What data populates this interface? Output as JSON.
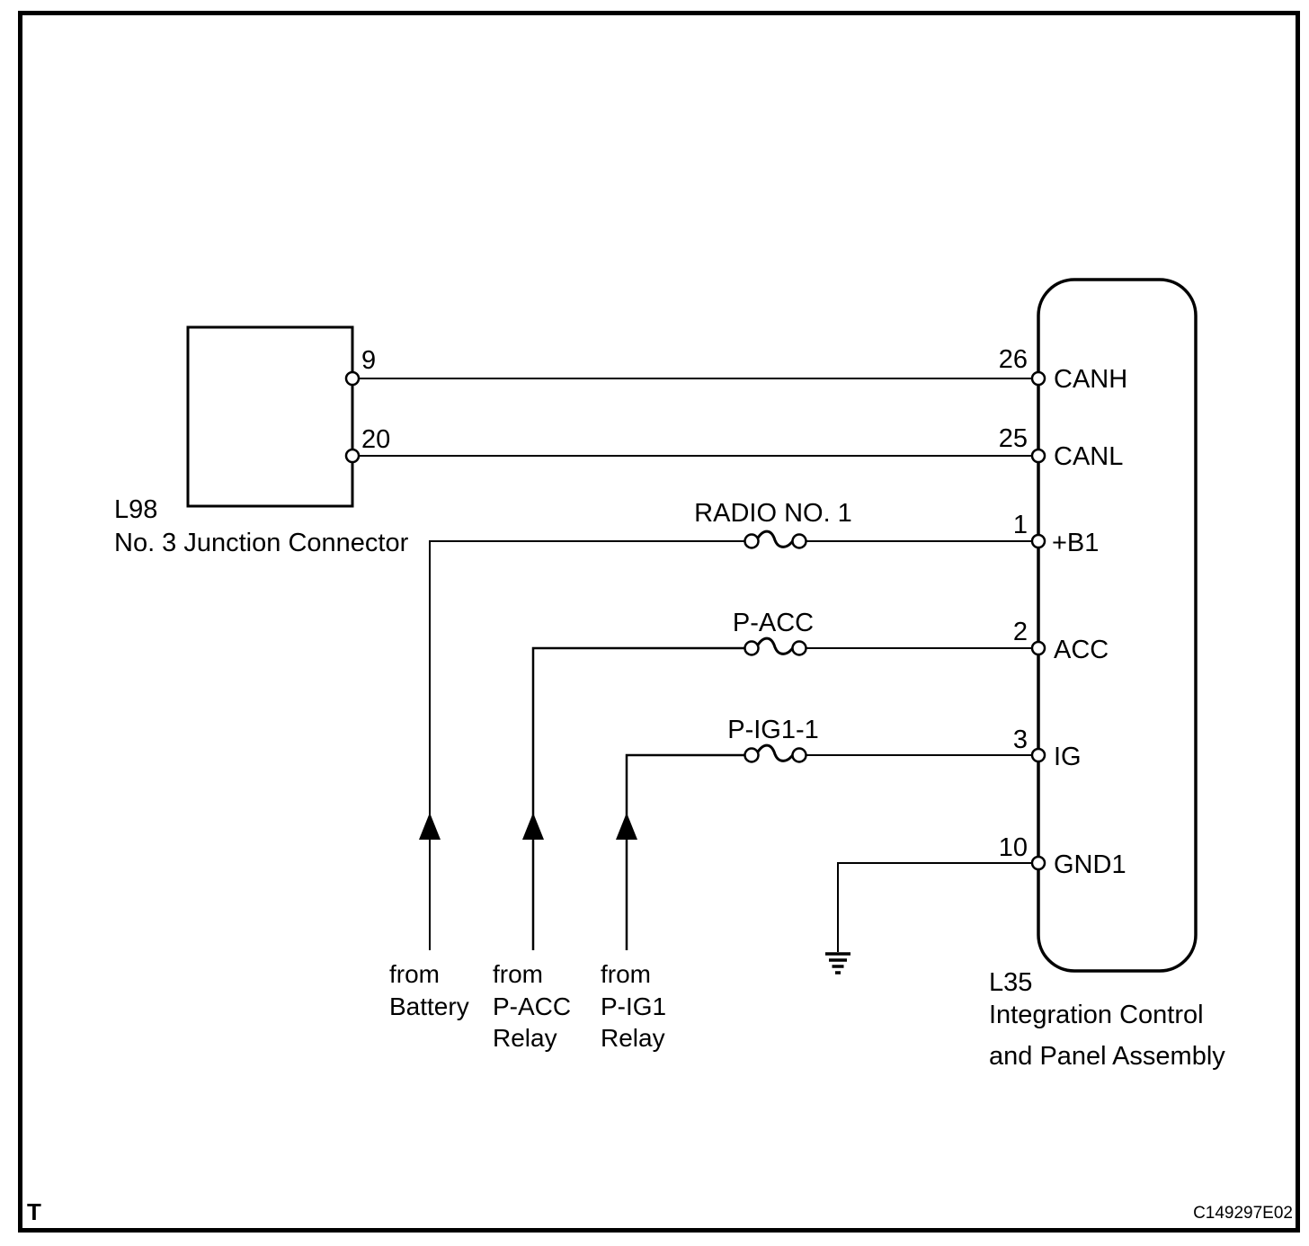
{
  "colors": {
    "line": "#000000",
    "background": "#ffffff"
  },
  "junction_connector": {
    "code": "L98",
    "name": "No. 3 Junction Connector",
    "pins": [
      {
        "number": "9"
      },
      {
        "number": "20"
      }
    ]
  },
  "control_panel": {
    "code": "L35",
    "name_line1": "Integration Control",
    "name_line2": "and Panel Assembly",
    "pins": [
      {
        "number": "26",
        "label": "CANH"
      },
      {
        "number": "25",
        "label": "CANL"
      },
      {
        "number": "1",
        "label": "+B1"
      },
      {
        "number": "2",
        "label": "ACC"
      },
      {
        "number": "3",
        "label": "IG"
      },
      {
        "number": "10",
        "label": "GND1"
      }
    ]
  },
  "fuses": [
    {
      "label": "RADIO NO. 1"
    },
    {
      "label": "P-ACC"
    },
    {
      "label": "P-IG1-1"
    }
  ],
  "power_sources": [
    {
      "line1": "from",
      "line2": "Battery"
    },
    {
      "line1": "from",
      "line2": "P-ACC",
      "line3": "Relay"
    },
    {
      "line1": "from",
      "line2": "P-IG1",
      "line3": "Relay"
    }
  ],
  "footer": {
    "marker": "T",
    "doc_code": "C149297E02"
  }
}
